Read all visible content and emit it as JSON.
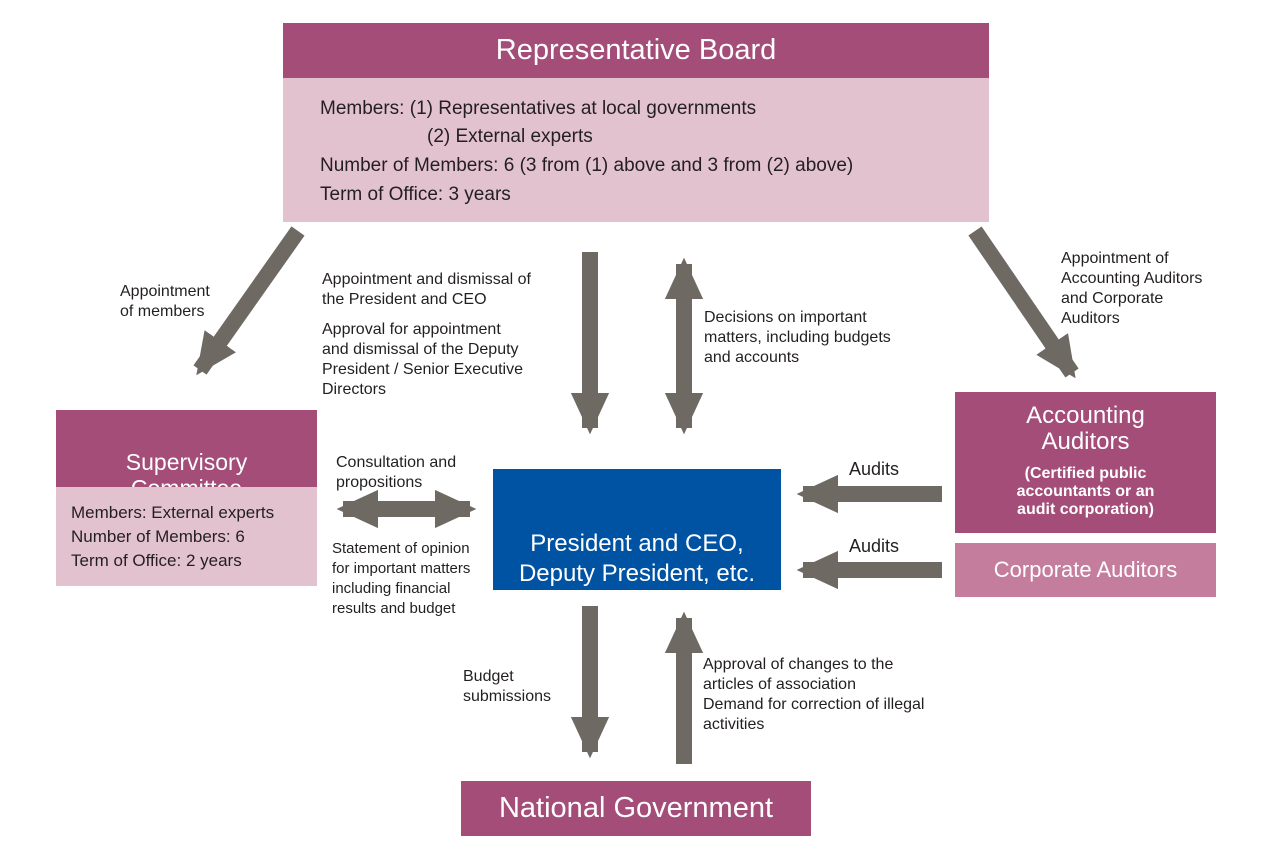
{
  "colors": {
    "header": "#a34d78",
    "light_panel": "#e3c2cf",
    "president_box": "#0052a3",
    "corporate_auditors": "#c57d9d",
    "arrow": "#6e6963"
  },
  "representative_board": {
    "title": "Representative Board",
    "members_line1": "Members: (1) Representatives at local governments",
    "members_line2": "(2) External experts",
    "number_of_members": "Number of Members: 6 (3 from (1) above and 3 from (2) above)",
    "term_of_office": "Term of Office: 3 years"
  },
  "supervisory_committee": {
    "title": "Supervisory\nCommittee",
    "members": "Members: External experts",
    "number_of_members": "Number of Members: 6",
    "term_of_office": "Term of Office: 2 years"
  },
  "president": {
    "title": "President and CEO,\nDeputy President, etc."
  },
  "accounting_auditors": {
    "title": "Accounting\nAuditors",
    "subtitle": "(Certified public\naccountants or an\naudit corporation)"
  },
  "corporate_auditors": {
    "title": "Corporate Auditors"
  },
  "national_government": {
    "title": "National Government"
  },
  "labels": {
    "appointment_of_members": "Appointment\nof members",
    "appointment_dismissal_president": "Appointment and dismissal of\nthe President and CEO",
    "approval_deputy": "Approval for appointment\nand dismissal of the Deputy\nPresident / Senior Executive\nDirectors",
    "decisions_important": "Decisions on important\nmatters, including budgets\nand accounts",
    "appointment_auditors": "Appointment of\nAccounting Auditors\nand Corporate\nAuditors",
    "consultation": "Consultation and\npropositions",
    "statement_of_opinion": "Statement of opinion\nfor important matters\nincluding financial\nresults and budget",
    "audits_1": "Audits",
    "audits_2": "Audits",
    "budget_submissions": "Budget\nsubmissions",
    "approval_changes": "Approval of changes to the\narticles of association\nDemand for correction of illegal\nactivities"
  }
}
